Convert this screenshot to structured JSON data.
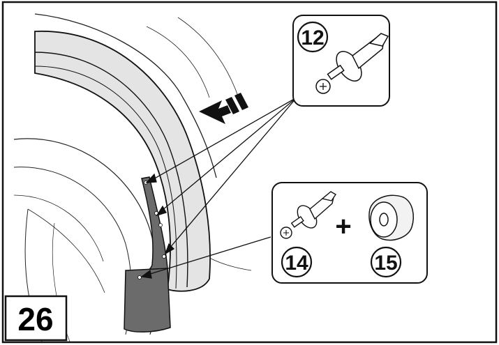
{
  "step": {
    "number": "26"
  },
  "callouts": {
    "top": {
      "number": "12"
    },
    "bottom_left": {
      "number": "14"
    },
    "bottom_right": {
      "number": "15"
    },
    "plus_sign": "+"
  },
  "colors": {
    "fender": "#e4e4e4",
    "fender_band": "#d2d2d2",
    "mudflap": "#6b6b6b",
    "outline": "#111111"
  }
}
